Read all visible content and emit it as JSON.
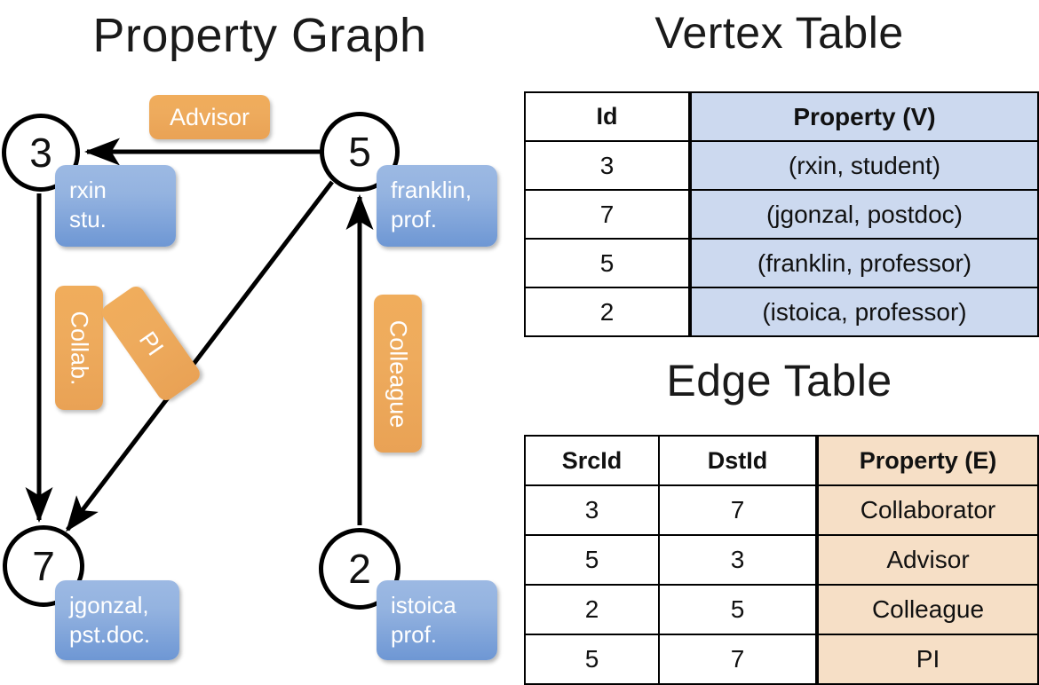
{
  "titles": {
    "property_graph": "Property Graph",
    "vertex_table": "Vertex Table",
    "edge_table": "Edge Table"
  },
  "graph": {
    "vertices": [
      {
        "id": "3",
        "property_label": "rxin\nstu.",
        "line1": "rxin",
        "line2": "stu."
      },
      {
        "id": "5",
        "property_label": "franklin, prof.",
        "line1": "franklin,",
        "line2": "prof."
      },
      {
        "id": "7",
        "property_label": "jgonzal, pst.doc.",
        "line1": "jgonzal,",
        "line2": "pst.doc."
      },
      {
        "id": "2",
        "property_label": "istoica prof.",
        "line1": "istoica",
        "line2": "prof."
      }
    ],
    "edge_labels": {
      "advisor": "Advisor",
      "collab": "Collab.",
      "pi": "PI",
      "colleague": "Colleague"
    },
    "edges": [
      {
        "from": "5",
        "to": "3",
        "label": "Advisor"
      },
      {
        "from": "3",
        "to": "7",
        "label": "Collab."
      },
      {
        "from": "5",
        "to": "7",
        "label": "PI"
      },
      {
        "from": "2",
        "to": "5",
        "label": "Colleague"
      }
    ]
  },
  "vertex_table": {
    "headers": [
      "Id",
      "Property (V)"
    ],
    "rows": [
      {
        "id": "3",
        "property": "(rxin, student)"
      },
      {
        "id": "7",
        "property": "(jgonzal, postdoc)"
      },
      {
        "id": "5",
        "property": "(franklin, professor)"
      },
      {
        "id": "2",
        "property": "(istoica, professor)"
      }
    ]
  },
  "edge_table": {
    "headers": [
      "SrcId",
      "DstId",
      "Property (E)"
    ],
    "rows": [
      {
        "src": "3",
        "dst": "7",
        "property": "Collaborator"
      },
      {
        "src": "5",
        "dst": "3",
        "property": "Advisor"
      },
      {
        "src": "2",
        "dst": "5",
        "property": "Colleague"
      },
      {
        "src": "5",
        "dst": "7",
        "property": "PI"
      }
    ]
  },
  "colors": {
    "vertex_property_box": "#94b3e0",
    "edge_label_box": "#eeab5d",
    "vertex_table_highlight": "#ccd9ef",
    "edge_table_highlight": "#f6dfc6",
    "stroke": "#000000",
    "background": "#ffffff"
  }
}
